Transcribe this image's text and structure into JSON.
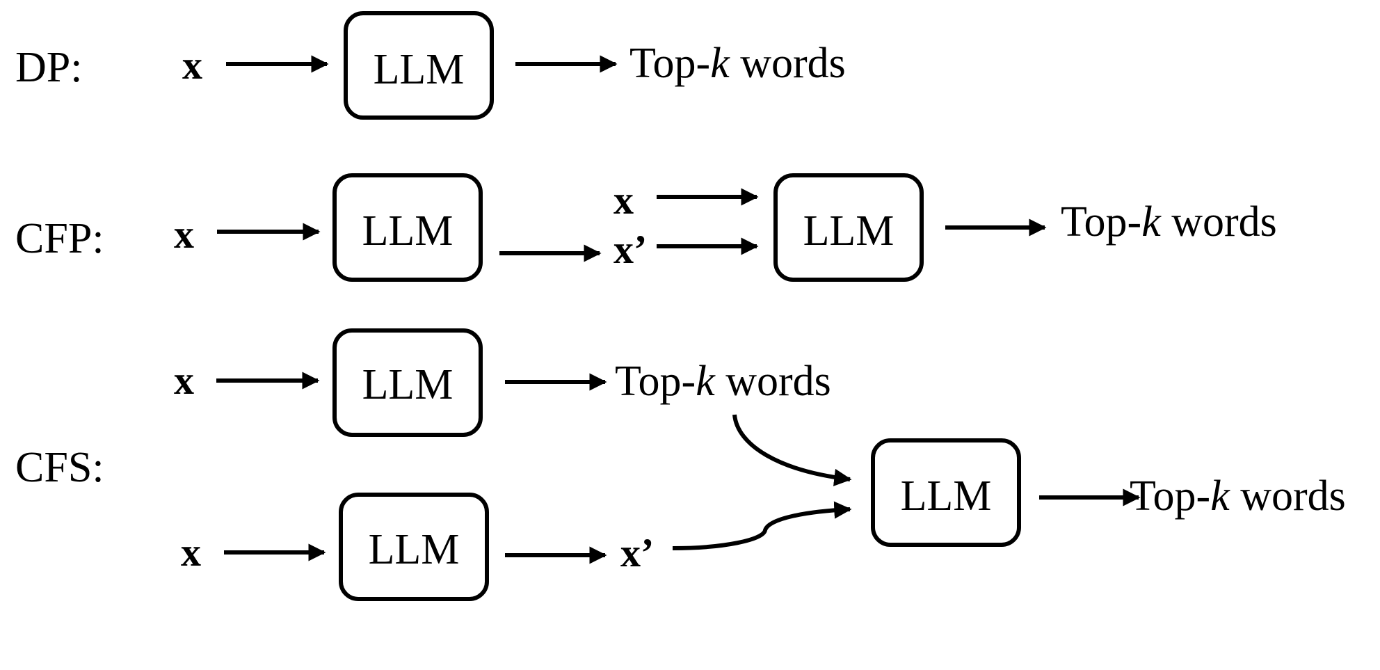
{
  "rows": {
    "dp": {
      "label": "DP:"
    },
    "cfp": {
      "label": "CFP:"
    },
    "cfs": {
      "label": "CFS:"
    }
  },
  "nodes": {
    "input": "x",
    "counterfactual": "x’",
    "model": "LLM"
  },
  "output": {
    "prefix": "Top-",
    "k": "k",
    "suffix": " words"
  },
  "colors": {
    "ink": "#000000",
    "background": "#ffffff"
  }
}
